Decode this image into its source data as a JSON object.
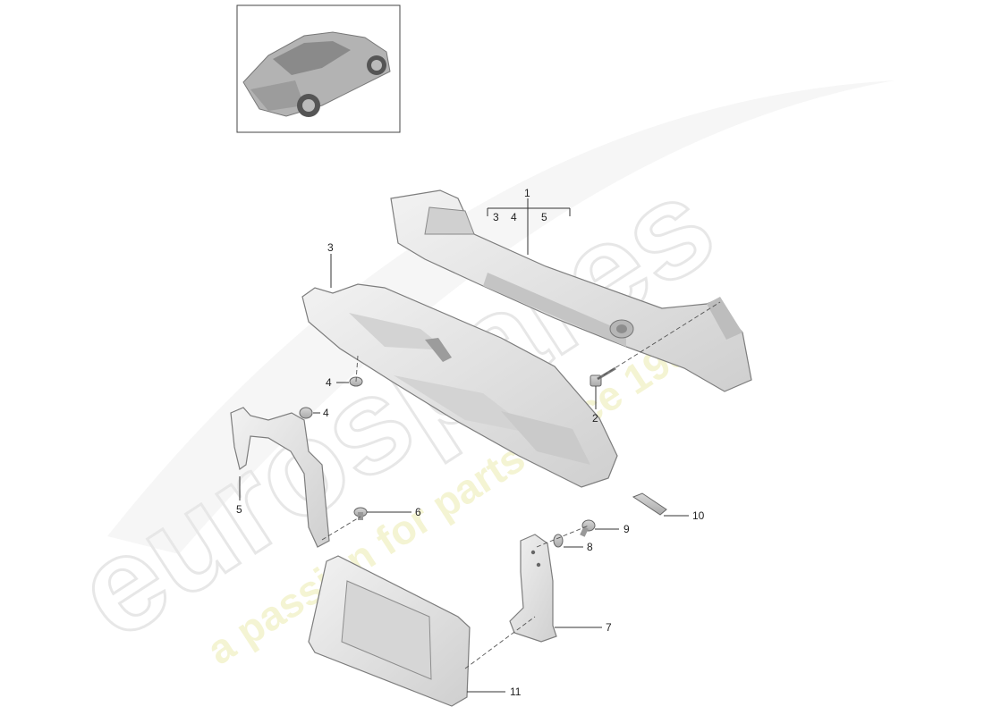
{
  "watermark": {
    "brand": "eurospares",
    "tagline": "a passion for parts since 1985"
  },
  "callouts": {
    "c1": "1",
    "c1_sub3": "3",
    "c1_sub4": "4",
    "c1_sub5": "5",
    "c2": "2",
    "c3": "3",
    "c4a": "4",
    "c4b": "4",
    "c5": "5",
    "c6": "6",
    "c7": "7",
    "c8": "8",
    "c9": "9",
    "c10": "10",
    "c11": "11"
  },
  "colors": {
    "part_fill": "#e6e6e6",
    "part_stroke": "#7d7d7d",
    "watermark_grey": "#cfcfcf",
    "watermark_yellow": "#eaea9a"
  }
}
